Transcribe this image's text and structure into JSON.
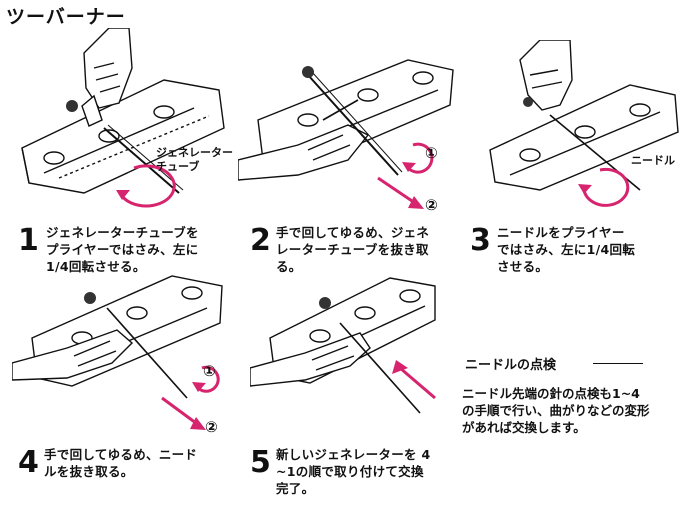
{
  "page": {
    "title": "ツーバーナー",
    "accent_color": "#d6246e"
  },
  "figure_labels": {
    "generator_tube": "ジェネレーター\nチューブ",
    "needle": "ニードル",
    "circle1": "①",
    "circle2": "②"
  },
  "steps": [
    {
      "number": "1",
      "text": "ジェネレーターチューブを\nプライヤーではさみ、左に\n1/4回転させる。"
    },
    {
      "number": "2",
      "text": "手で回してゆるめ、ジェネ\nレーターチューブを抜き取\nる。"
    },
    {
      "number": "3",
      "text": "ニードルをプライヤー\nではさみ、左に1/4回転\nさせる。"
    },
    {
      "number": "4",
      "text": "手で回してゆるめ、ニード\nルを抜き取る。"
    },
    {
      "number": "5",
      "text": "新しいジェネレーターを 4\n~1の順で取り付けて交換\n完了。"
    }
  ],
  "note": {
    "heading": "ニードルの点検",
    "body": "ニードル先端の針の点検も1~4\nの手順で行い、曲がりなどの変形\nがあれば交換します。"
  }
}
